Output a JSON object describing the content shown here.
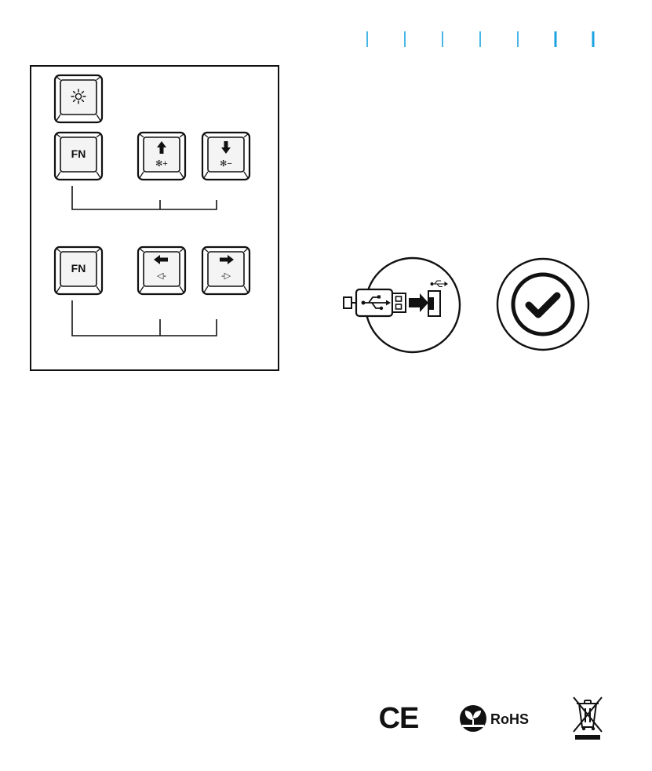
{
  "colors": {
    "accent": "#1aa3e0",
    "ink": "#111111",
    "key_top": "#f4f4f4"
  },
  "lang_tabs": [
    {
      "name": "tab-1",
      "active": false
    },
    {
      "name": "tab-2",
      "active": false
    },
    {
      "name": "tab-3",
      "active": false
    },
    {
      "name": "tab-4",
      "active": false
    },
    {
      "name": "tab-5",
      "active": false
    },
    {
      "name": "tab-6",
      "active": true
    },
    {
      "name": "tab-7",
      "active": true
    }
  ],
  "keys": {
    "light": {
      "icon": "backlight-sun-icon"
    },
    "fn_brightness": {
      "label": "FN"
    },
    "up": {
      "icon": "arrow-up-icon",
      "sub": "✻+"
    },
    "down": {
      "icon": "arrow-down-icon",
      "sub": "✻−"
    },
    "fn_effect": {
      "label": "FN"
    },
    "left": {
      "icon": "arrow-left-icon",
      "sub": "◁-"
    },
    "right": {
      "icon": "arrow-right-icon",
      "sub": "-▷"
    }
  },
  "usb": {
    "icon": "usb-plug-icon",
    "symbol_icon": "usb-symbol-icon"
  },
  "check": {
    "icon": "checkmark-icon"
  },
  "compliance": {
    "ce": "CE",
    "rohs": "RoHS",
    "weee_icon": "weee-crossed-bin-icon"
  }
}
